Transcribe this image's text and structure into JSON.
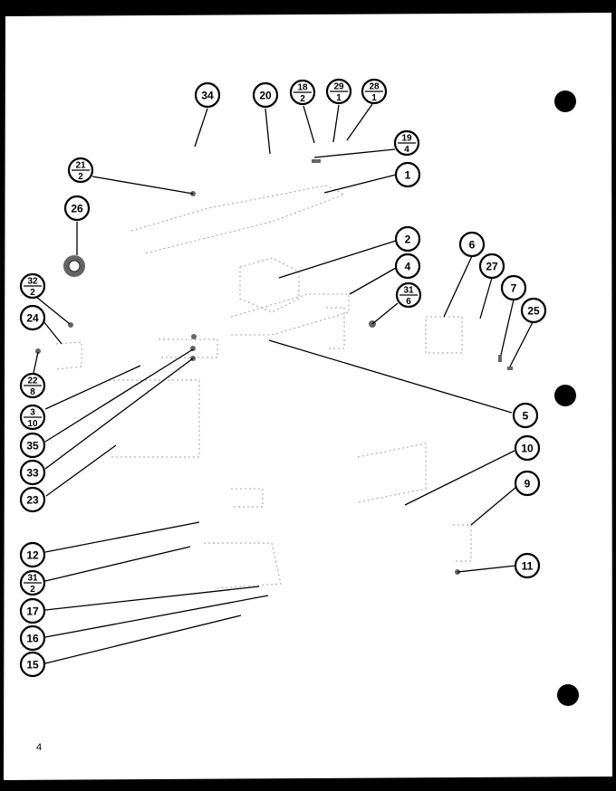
{
  "page_number": "4",
  "callouts": [
    {
      "id": "c34",
      "label": "34"
    },
    {
      "id": "c20",
      "label": "20"
    },
    {
      "id": "c18-2",
      "num": "18",
      "den": "2"
    },
    {
      "id": "c29-1",
      "num": "29",
      "den": "1"
    },
    {
      "id": "c28-1",
      "num": "28",
      "den": "1"
    },
    {
      "id": "c19-4",
      "num": "19",
      "den": "4"
    },
    {
      "id": "c21-2",
      "num": "21",
      "den": "2"
    },
    {
      "id": "c1",
      "label": "1"
    },
    {
      "id": "c26",
      "label": "26"
    },
    {
      "id": "c2",
      "label": "2"
    },
    {
      "id": "c6",
      "label": "6"
    },
    {
      "id": "c4",
      "label": "4"
    },
    {
      "id": "c27",
      "label": "27"
    },
    {
      "id": "c31-6",
      "num": "31",
      "den": "6"
    },
    {
      "id": "c7",
      "label": "7"
    },
    {
      "id": "c25",
      "label": "25"
    },
    {
      "id": "c32-2",
      "num": "32",
      "den": "2"
    },
    {
      "id": "c24",
      "label": "24"
    },
    {
      "id": "c22-8",
      "num": "22",
      "den": "8"
    },
    {
      "id": "c3-10",
      "num": "3",
      "den": "10"
    },
    {
      "id": "c5",
      "label": "5"
    },
    {
      "id": "c35",
      "label": "35"
    },
    {
      "id": "c10",
      "label": "10"
    },
    {
      "id": "c33",
      "label": "33"
    },
    {
      "id": "c9",
      "label": "9"
    },
    {
      "id": "c23",
      "label": "23"
    },
    {
      "id": "c12",
      "label": "12"
    },
    {
      "id": "c11",
      "label": "11"
    },
    {
      "id": "c31-2",
      "num": "31",
      "den": "2"
    },
    {
      "id": "c17",
      "label": "17"
    },
    {
      "id": "c16",
      "label": "16"
    },
    {
      "id": "c15",
      "label": "15"
    }
  ]
}
